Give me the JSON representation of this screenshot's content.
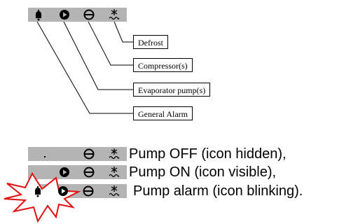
{
  "icons": {
    "bell": "bell-icon",
    "pump": "pump-icon",
    "compressor": "compressor-icon",
    "defrost": "defrost-snowflake-icon",
    "burst": "alarm-burst-icon"
  },
  "labels": {
    "defrost": "Defrost",
    "compressor": "Compressor(s)",
    "evaporator_pump": "Evaporator pump(s)",
    "general_alarm": "General Alarm"
  },
  "states": [
    {
      "text": "Pump OFF (icon hidden),"
    },
    {
      "text": "Pump ON (icon visible),"
    },
    {
      "text": "Pump alarm (icon blinking)."
    }
  ],
  "colors": {
    "bar": "#b4b4b4",
    "alarm_burst": "#e01010"
  }
}
